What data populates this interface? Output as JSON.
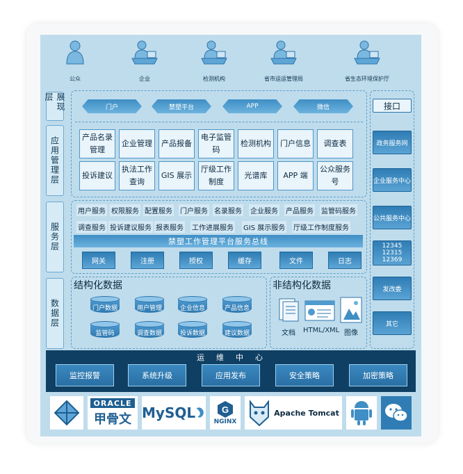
{
  "users": [
    "公众",
    "企业",
    "检测机构",
    "省市运运管理局",
    "省生态环境保护厅"
  ],
  "layers": {
    "presentation": "展现层",
    "application": "应用管理层",
    "service": "服务层",
    "data": "数据层"
  },
  "portals": [
    "门户",
    "禁塑平台",
    "APP",
    "微信"
  ],
  "modules_row1": [
    "产品名录管理",
    "企业管理",
    "产品报备",
    "电子监管码",
    "检测机构",
    "门户信息",
    "调查表"
  ],
  "modules_row2": [
    "投诉建议",
    "执法工作查询",
    "GIS 展示",
    "厅级工作制度",
    "光谱库",
    "APP 端",
    "公众服务号"
  ],
  "services_row1": [
    "用户服务",
    "权限服务",
    "配置服务",
    "门户服务",
    "名录服务",
    "企业服务",
    "产品服务",
    "监管码服务"
  ],
  "services_row2": [
    "调查服务",
    "投诉建议服务",
    "报表服务",
    "工作进展服务",
    "GIS 展示服务",
    "厅级工作制度服务"
  ],
  "service_bus": "禁塑工作管理平台服务总线",
  "gateways": [
    "网关",
    "注册",
    "授权",
    "缓存",
    "文件",
    "日志"
  ],
  "structured": {
    "title": "结构化数据",
    "dbs": [
      "门户数据",
      "用户管理",
      "企业信息",
      "产品信息",
      "监管码",
      "调查数据",
      "投诉数据",
      "建议数据"
    ]
  },
  "unstructured": {
    "title": "非结构化数据",
    "items": [
      "文档",
      "HTML/XML",
      "图像"
    ]
  },
  "side": [
    "接口",
    "政务服务网",
    "企业服务中心",
    "公共服务中心",
    "12345\n12315\n12369",
    "发改委",
    "其它"
  ],
  "ops": {
    "title": "运　维　中　心",
    "items": [
      "监控报警",
      "系统升级",
      "应用发布",
      "安全策略",
      "加密策略"
    ]
  },
  "logos": {
    "oracle_top": "ORACLE",
    "oracle_bottom": "甲骨文",
    "mysql": "MySQL",
    "nginx": "NGINX",
    "tomcat": "Apache Tomcat"
  },
  "colors": {
    "background": "#bfdcec",
    "accent": "#2f7db4",
    "ops_bar": "#0f3f63"
  }
}
